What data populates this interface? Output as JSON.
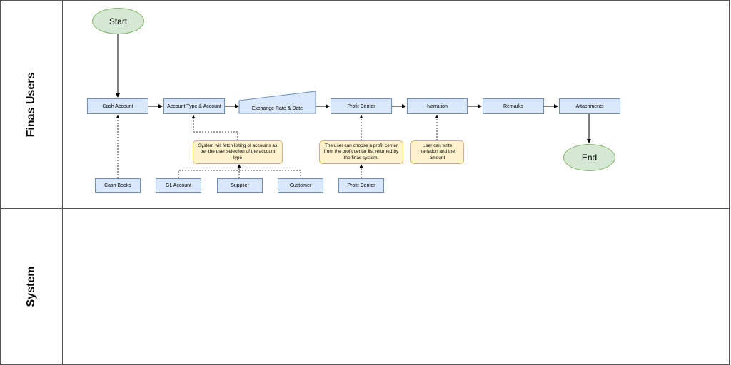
{
  "lanes": {
    "finas_users": "Finas Users",
    "system": "System"
  },
  "nodes": {
    "start": "Start",
    "end": "End",
    "cash_account": "Cash Account",
    "account_type": "Account Type & Account",
    "exchange_rate": "Exchange Rate & Date",
    "profit_center": "Profit Center",
    "narration": "Narration",
    "remarks": "Remarks",
    "attachments": "Attachments",
    "cash_books": "Cash Books",
    "gl_account": "GL Account",
    "supplier": "Supplier",
    "customer": "Customer",
    "profit_center_source": "Profit Center"
  },
  "notes": {
    "accounts_fetch": "System will fetch listing of accounts as per the user selection of the account type",
    "profit_center_choice": "The user can choose a profit center from the profit center list returned by the finas system.",
    "narration_hint": "User can write narration and the amount"
  },
  "colors": {
    "process_fill": "#dae8fc",
    "process_border": "#6c8ebf",
    "note_fill": "#fff2cc",
    "note_border": "#d6b656",
    "terminal_fill": "#d5e8d4",
    "terminal_border": "#82b366"
  }
}
